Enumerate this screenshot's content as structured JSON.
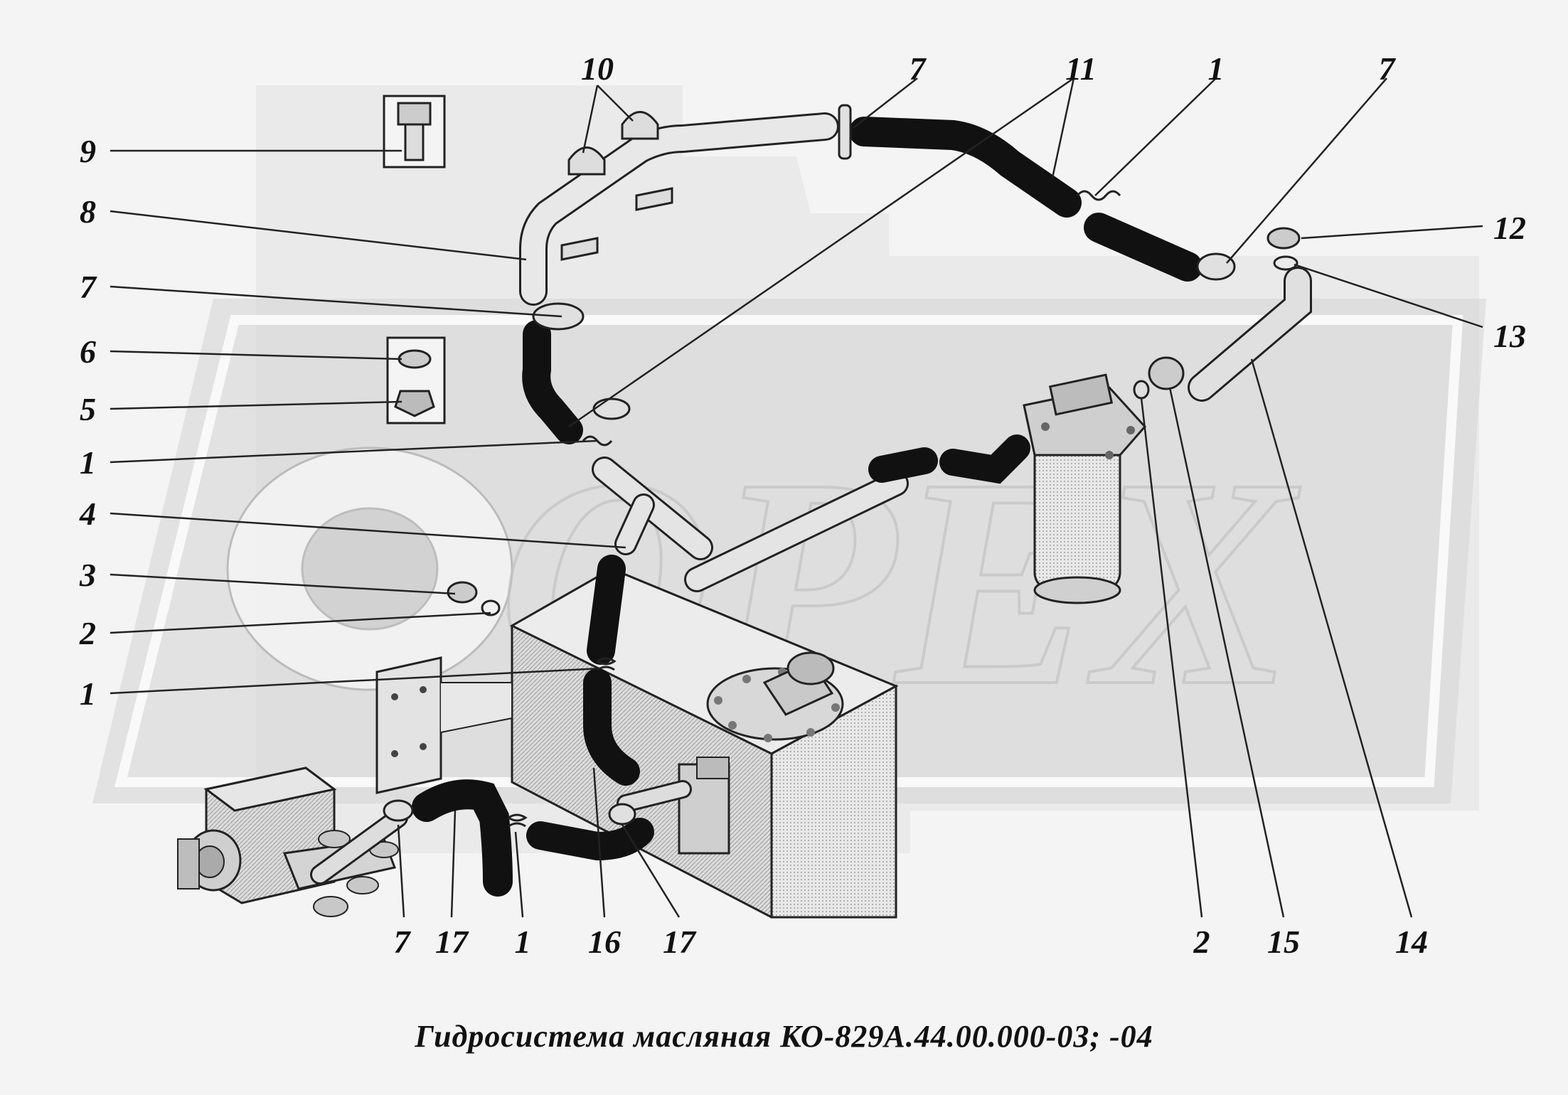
{
  "caption": "Гидросистема масляная КО-829А.44.00.000-03; -04",
  "watermark": "OPEX",
  "callouts": {
    "left": [
      "9",
      "8",
      "7",
      "6",
      "5",
      "1",
      "4",
      "3",
      "2",
      "1"
    ],
    "top": [
      "10",
      "7",
      "11",
      "1",
      "7"
    ],
    "right": [
      "12",
      "13"
    ],
    "bottom": [
      "7",
      "17",
      "1",
      "16",
      "17",
      "2",
      "15",
      "14"
    ]
  }
}
